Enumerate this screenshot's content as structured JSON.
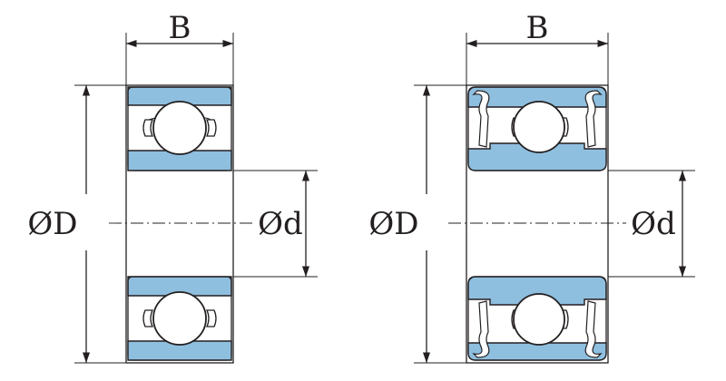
{
  "colors": {
    "ring_fill": "#8fbfdf",
    "line": "#231f20",
    "background": "#ffffff"
  },
  "left_bearing": {
    "width_label": "B",
    "outer_diameter_label": "ØD",
    "bore_diameter_label": "Ød"
  },
  "right_bearing": {
    "width_label": "B",
    "outer_diameter_label": "ØD",
    "bore_diameter_label": "Ød"
  }
}
